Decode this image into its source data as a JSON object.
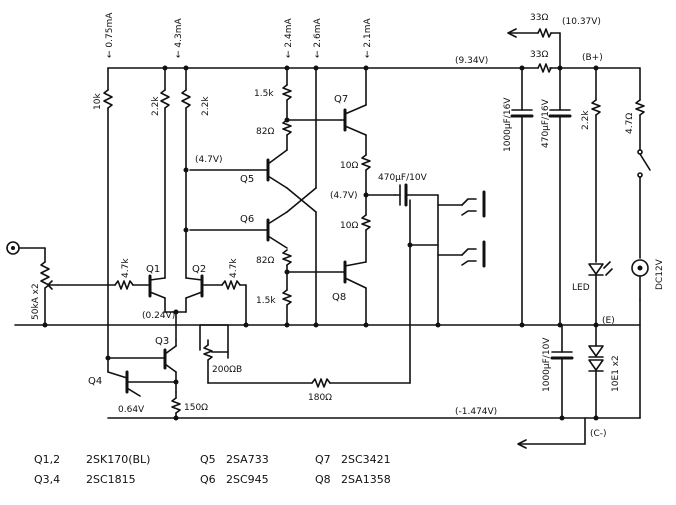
{
  "currents": {
    "c1": "← 0.75mA",
    "c2": "← 4.3mA",
    "c3": "← 2.4mA",
    "c4": "← 2.6mA",
    "c5": "← 2.1mA"
  },
  "rails": {
    "top_voltage": "(10.37V)",
    "r_top": "33Ω",
    "r_second": "33Ω",
    "bplus_voltage": "(9.34V)",
    "bplus_node": "(B+)",
    "ground_node": "(E)",
    "cminus_voltage": "(-1.474V)",
    "cminus_node": "(C-)"
  },
  "resistors": {
    "r10k": "10k",
    "r22k_a": "2.2k",
    "r22k_b": "2.2k",
    "r15k_top": "1.5k",
    "r82_top": "82Ω",
    "r82_bot": "82Ω",
    "r15k_bot": "1.5k",
    "r10_top": "10Ω",
    "r10_bot": "10Ω",
    "r47k_l": "4.7k",
    "r47k_r": "4.7k",
    "r200b": "200ΩB",
    "r180": "180Ω",
    "r150": "150Ω",
    "r22k_led": "2.2k",
    "r47_power": "4.7Ω"
  },
  "capacitors": {
    "c_out": "470µF/10V",
    "c1000_top": "1000µF/16V",
    "c470": "470µF/16V",
    "c1000_bot": "1000µF/10V"
  },
  "nodes": {
    "v47_left": "(4.7V)",
    "v47_mid": "(4.7V)",
    "v024": "(0.24V)",
    "v064": "0.64V"
  },
  "devices": {
    "q1": "Q1",
    "q2": "Q2",
    "q3": "Q3",
    "q4": "Q4",
    "q5": "Q5",
    "q6": "Q6",
    "q7": "Q7",
    "q8": "Q8",
    "pot": "50kA x2",
    "led": "LED",
    "diode": "10E1 x2",
    "dc": "DC12V"
  },
  "parts_list": [
    {
      "q": "Q1,2",
      "t": "2SK170(BL)"
    },
    {
      "q": "Q3,4",
      "t": "2SC1815"
    },
    {
      "q": "Q5",
      "t": "2SA733"
    },
    {
      "q": "Q6",
      "t": "2SC945"
    },
    {
      "q": "Q7",
      "t": "2SC3421"
    },
    {
      "q": "Q8",
      "t": "2SA1358"
    }
  ]
}
